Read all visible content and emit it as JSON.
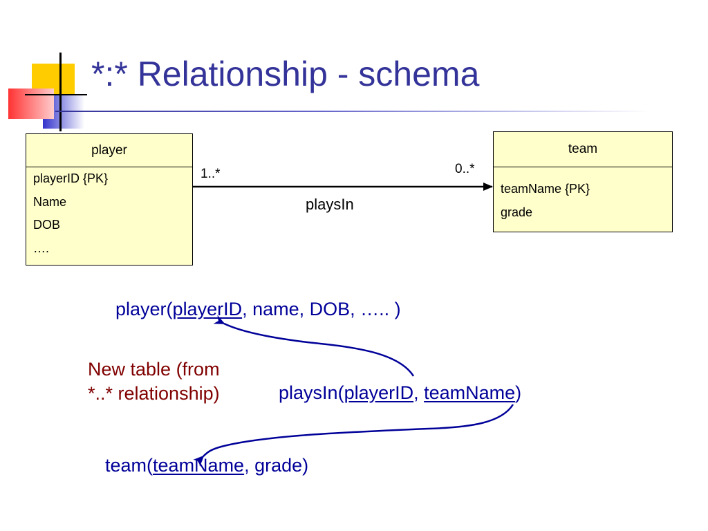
{
  "slide": {
    "title": "*:* Relationship - schema"
  },
  "diagram": {
    "entities": [
      {
        "name": "player",
        "attributes": [
          "playerID {PK}",
          "Name",
          "DOB",
          "…."
        ]
      },
      {
        "name": "team",
        "attributes": [
          "teamName {PK}",
          "grade"
        ]
      }
    ],
    "relationship": {
      "name": "playsIn",
      "source_multiplicity": "1..*",
      "target_multiplicity": "0..*"
    }
  },
  "schemas": {
    "player": {
      "table": "player",
      "open": "(",
      "key": "playerID",
      "rest": ", name, DOB, ….. )"
    },
    "plays_in": {
      "table": "playsIn",
      "open": "(",
      "key1": "playerID",
      "sep": ", ",
      "key2": "teamName",
      "close": ")"
    },
    "team": {
      "table": "team",
      "open": "(",
      "key": "teamName",
      "rest": ", grade)"
    }
  },
  "note": {
    "line1": "New table (from",
    "line2": "*..* relationship)"
  },
  "colors": {
    "title": "#333399",
    "schema_text": "#000099",
    "note_text": "#800000",
    "entity_fill": "#ffffcc",
    "arrow": "#000099"
  }
}
